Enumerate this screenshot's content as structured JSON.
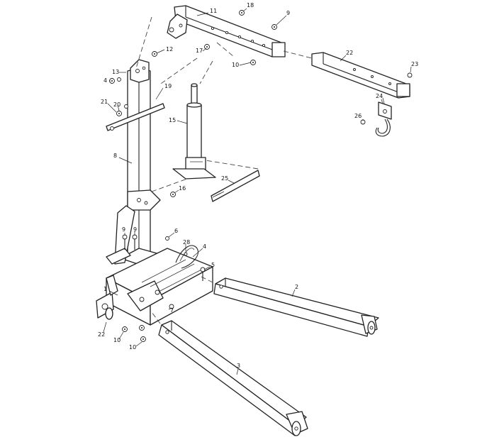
{
  "labels": {
    "p11": "11",
    "p18": "18",
    "p9a": "9",
    "p12": "12",
    "p17": "17",
    "p10a": "10",
    "p22a": "22",
    "p23": "23",
    "p13": "13",
    "p4a": "4",
    "p19": "19",
    "p21": "21",
    "p20": "20",
    "p24": "24",
    "p26": "26",
    "p15": "15",
    "p8": "8",
    "p16": "16",
    "p25": "25",
    "p9b": "9",
    "p9c": "9",
    "p6": "6",
    "p28": "28",
    "p4b": "4",
    "p5": "5",
    "p1": "1",
    "p2": "2",
    "p7": "7",
    "p22b": "22",
    "p10b": "10",
    "p10c": "10",
    "p3": "3"
  }
}
